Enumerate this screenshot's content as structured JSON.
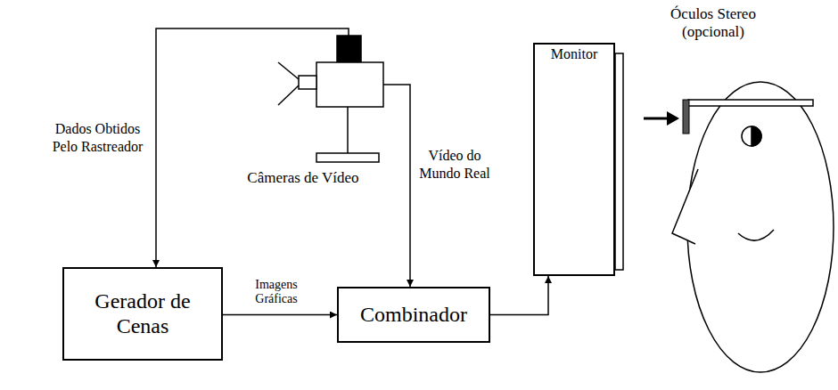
{
  "diagram": {
    "nodes": [
      {
        "text": [
          "Câmeras de Vídeo"
        ]
      },
      {
        "text": [
          "Monitor"
        ]
      },
      {
        "text": [
          "Gerador de Cenas"
        ]
      },
      {
        "text": [
          "Combinador"
        ]
      }
    ],
    "edges": [
      {
        "from": 0,
        "to": 2,
        "arrow": "to",
        "label": "Dados Obtidos Pelo Rastreador"
      },
      {
        "from": 0,
        "to": 3,
        "arrow": "to",
        "label": "Vídeo do Mundo Real"
      },
      {
        "from": 2,
        "to": 3,
        "arrow": "to",
        "label": "Imagens Gráficas"
      },
      {
        "from": 3,
        "to": 1,
        "arrow": "to"
      }
    ],
    "labels": [
      "Óculos Stereo (opcional)"
    ]
  }
}
